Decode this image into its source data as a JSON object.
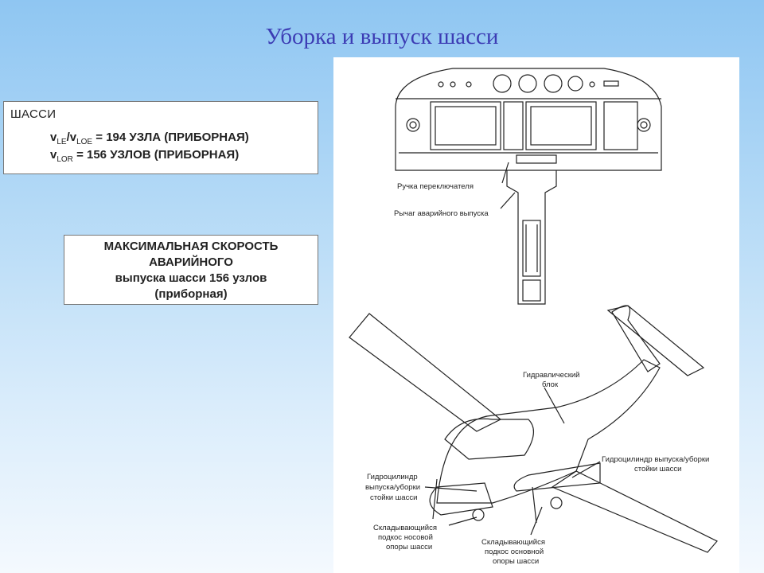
{
  "title": "Уборка и выпуск шасси",
  "box_landing_gear": {
    "header": "ШАССИ",
    "line1_v1": "v",
    "line1_sub1": "LE",
    "line1_sep": "/v",
    "line1_sub2": "LOE",
    "line1_rest": " = 194 УЗЛА (ПРИБОРНАЯ)",
    "line2_v": "v",
    "line2_sub": "LOR",
    "line2_rest": " = 156 УЗЛОВ (ПРИБОРНАЯ)"
  },
  "box_emergency": {
    "line1": "МАКСИМАЛЬНАЯ СКОРОСТЬ",
    "line2": "АВАРИЙНОГО",
    "line3": "выпуска шасси 156 узлов",
    "line4": "(приборная)"
  },
  "callouts": {
    "selector_handle": "Ручка переключателя",
    "emergency_lever": "Рычаг аварийного выпуска",
    "hydraulic_unit_1": "Гидравлический",
    "hydraulic_unit_2": "блок",
    "main_cyl_1": "Гидроцилиндр выпуска/уборки",
    "main_cyl_2": "стойки шасси",
    "nose_cyl_1": "Гидроцилиндр",
    "nose_cyl_2": "выпуска/уборки",
    "nose_cyl_3": "стойки шасси",
    "nose_strut_1": "Складывающийся",
    "nose_strut_2": "подкос носовой",
    "nose_strut_3": "опоры шасси",
    "main_strut_1": "Складывающийся",
    "main_strut_2": "подкос основной",
    "main_strut_3": "опоры шасси"
  }
}
